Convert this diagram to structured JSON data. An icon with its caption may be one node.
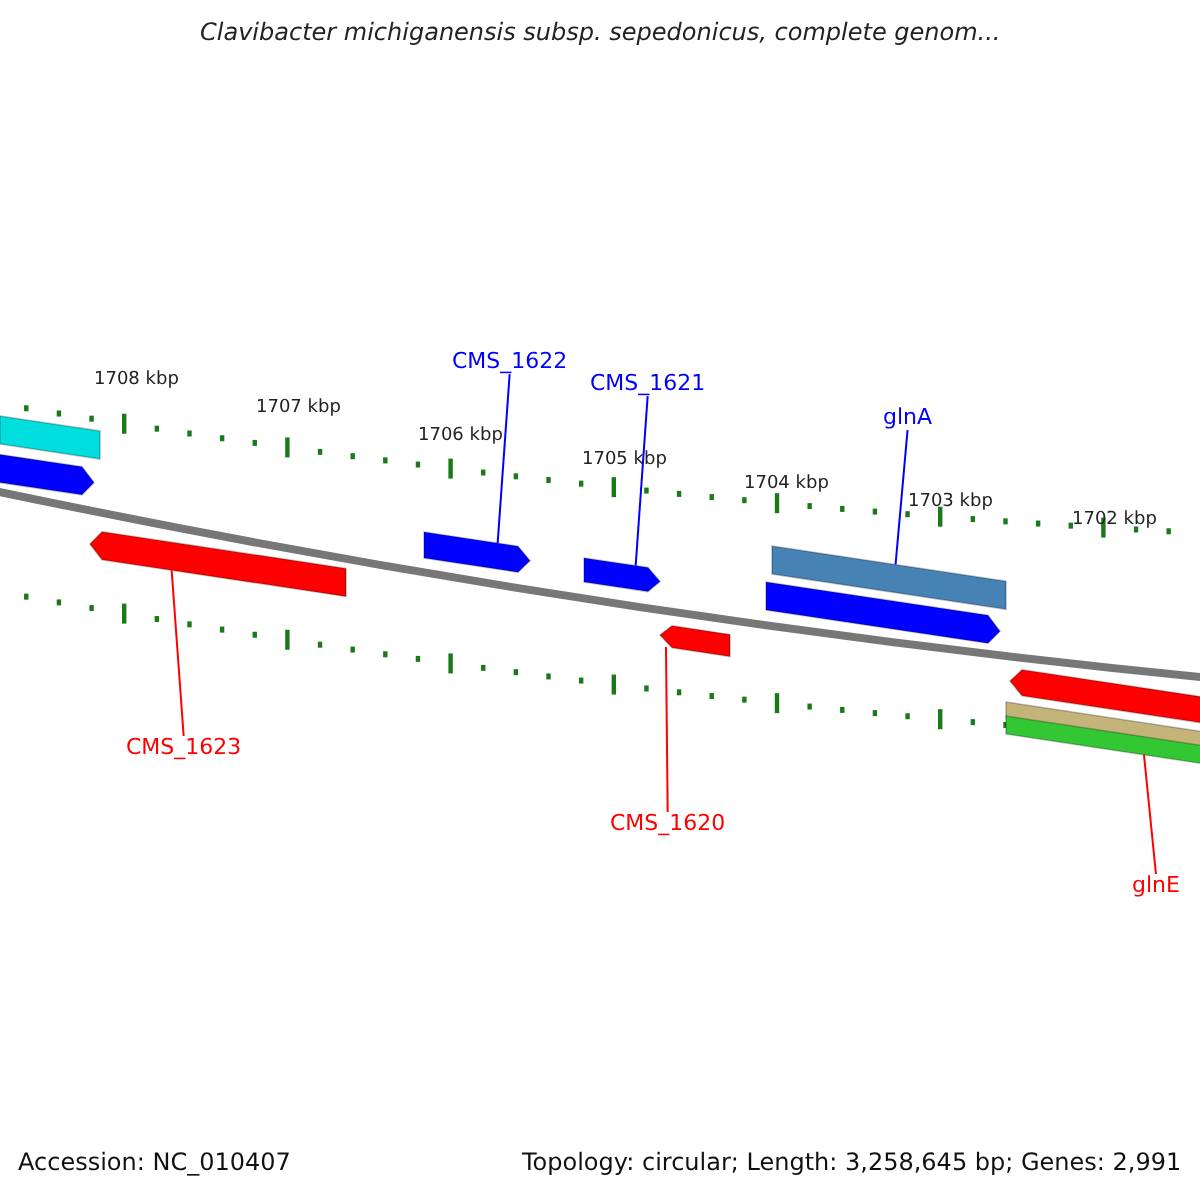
{
  "diagram": {
    "title": "Clavibacter michiganensis subsp. sepedonicus, complete genom...",
    "nodes": [
      {
        "text": [
          "CMS_1622"
        ]
      },
      {
        "text": [
          "CMS_1621"
        ]
      },
      {
        "text": [
          "glnA"
        ]
      },
      {
        "text": [
          "CMS_1623"
        ]
      },
      {
        "text": [
          "CMS_1620"
        ]
      },
      {
        "text": [
          "glnE"
        ]
      },
      {
        "text": [],
        "shape": "bar"
      },
      {
        "text": [],
        "shape": "arrow"
      },
      {
        "text": [],
        "shape": "arrow"
      },
      {
        "text": [],
        "shape": "arrow"
      },
      {
        "text": [],
        "shape": "arrow"
      },
      {
        "text": [],
        "shape": "arrow"
      },
      {
        "text": [],
        "shape": "bar"
      },
      {
        "text": [],
        "shape": "arrow"
      },
      {
        "text": [],
        "shape": "arrow"
      },
      {
        "text": [],
        "shape": "bar"
      },
      {
        "text": [],
        "shape": "bar"
      }
    ],
    "edges": [
      {
        "from": 0,
        "to": 9,
        "arrow": "none"
      },
      {
        "from": 1,
        "to": 10,
        "arrow": "none"
      },
      {
        "from": 2,
        "to": 12,
        "arrow": "none"
      },
      {
        "from": 3,
        "to": 8,
        "arrow": "none",
        "color": "#ff0000"
      },
      {
        "from": 4,
        "to": 11,
        "arrow": "none",
        "color": "#ff0000"
      },
      {
        "from": 5,
        "to": 16,
        "arrow": "none",
        "color": "#ff0000"
      }
    ],
    "labels": [
      "1708 kbp",
      "1707 kbp",
      "1706 kbp",
      "1705 kbp",
      "1704 kbp",
      "1703 kbp",
      "1702 kbp",
      "Accession: NC_010407",
      "Topology: circular; Length: 3,258,645 bp; Genes: 2,991"
    ]
  }
}
